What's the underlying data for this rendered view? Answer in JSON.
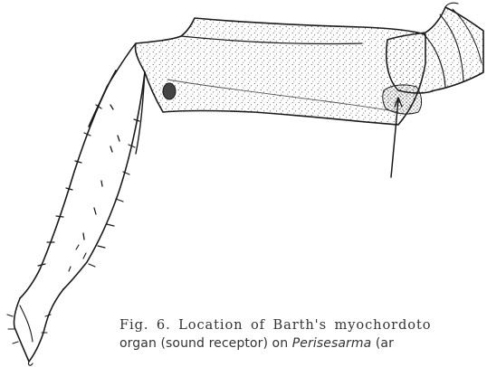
{
  "caption": {
    "line1": "Fig. 6. Location of Barth's myochordoto",
    "line2_prefix": "organ (sound receptor) on ",
    "line2_italic": "Perisesarma",
    "line2_suffix": " (ar"
  },
  "figure": {
    "ink_color": "#1a1a1a"
  }
}
